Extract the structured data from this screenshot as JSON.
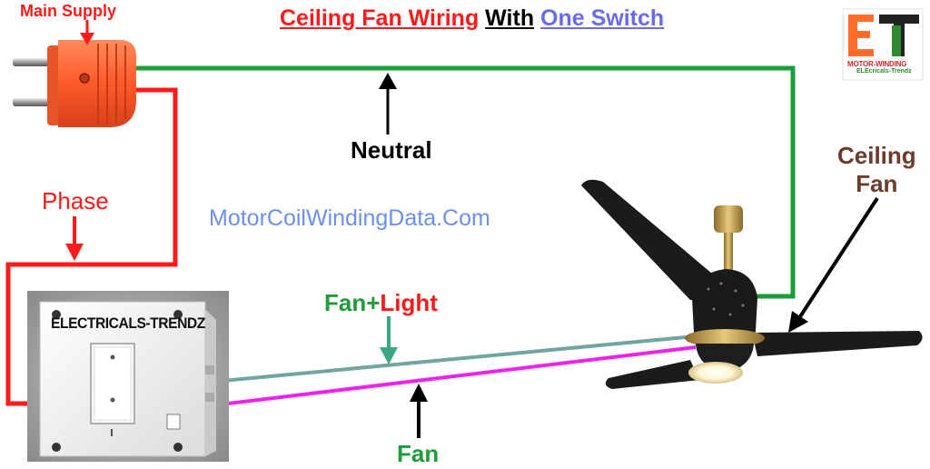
{
  "title": {
    "part1": "Ceiling Fan Wiring",
    "part2": "With",
    "part3": "One Switch"
  },
  "labels": {
    "main_supply": "Main Supply",
    "neutral": "Neutral",
    "phase": "Phase",
    "watermark": "MotorCoilWindingData.Com",
    "fan_light_part1": "Fan+",
    "fan_light_part2": "Light",
    "fan": "Fan",
    "ceiling_fan_line1": "Ceiling",
    "ceiling_fan_line2": "Fan",
    "switch_brand": "ELECTRICALS-TRENDZ"
  },
  "logo": {
    "letters": "ET",
    "line1": "MOTOR-WINDING",
    "line2": "ELEcricals-Trendz"
  },
  "wire_colors": {
    "neutral": "#1a9e3a",
    "phase": "#ff1a1a",
    "fan_light": "#6fa6a0",
    "fan": "#ee22ee"
  },
  "icons": [
    "plug-icon",
    "switch-board-icon",
    "ceiling-fan-icon",
    "logo-icon"
  ]
}
